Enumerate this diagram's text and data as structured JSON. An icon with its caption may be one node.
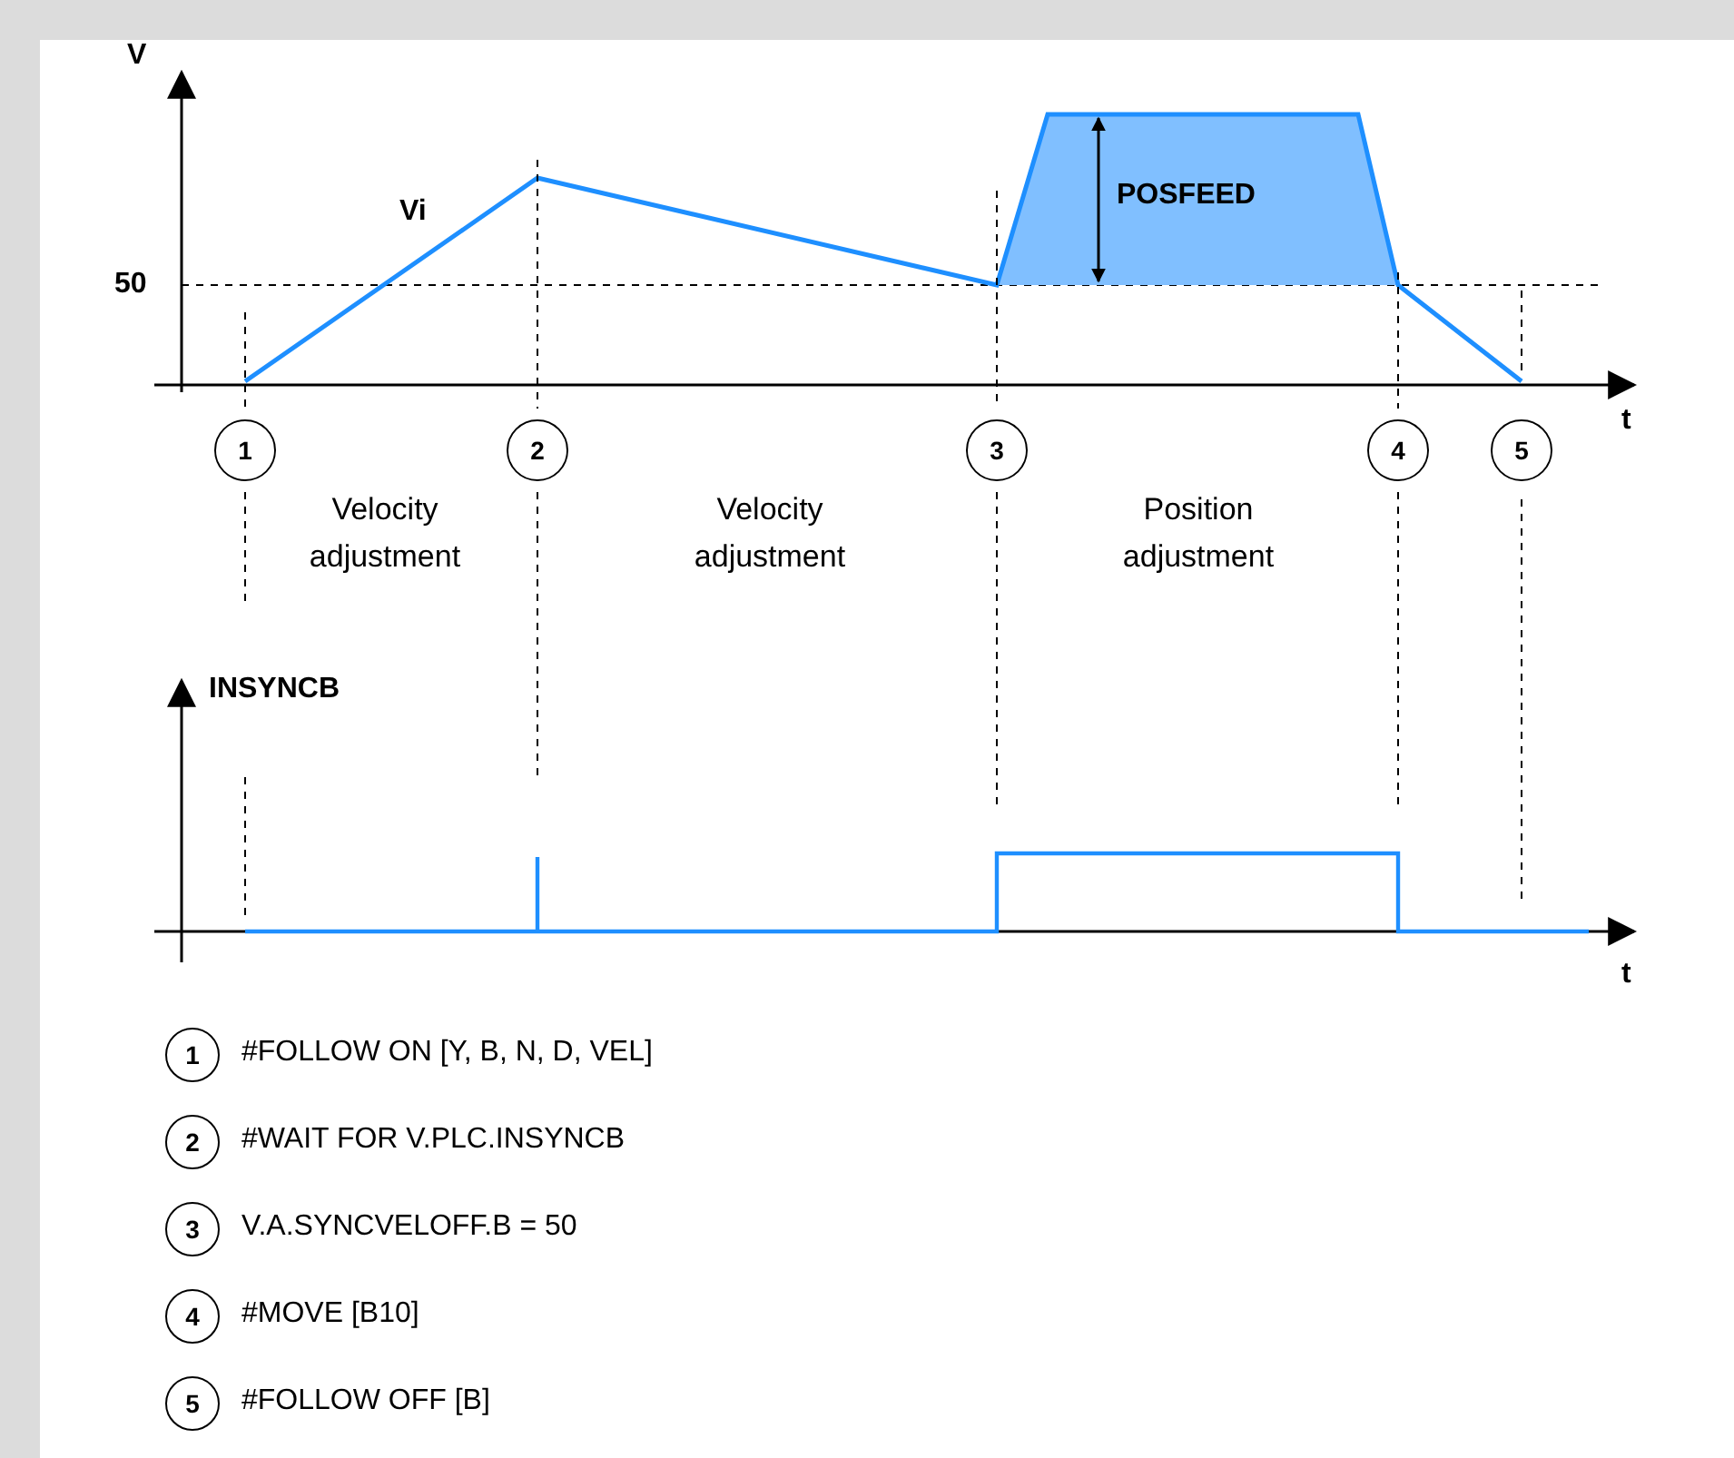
{
  "diagram": {
    "nodes": [
      {
        "text": [
          "1"
        ]
      },
      {
        "text": [
          "2"
        ]
      },
      {
        "text": [
          "3"
        ]
      },
      {
        "text": [
          "4"
        ]
      },
      {
        "text": [
          "5"
        ]
      },
      {
        "text": [
          "1"
        ],
        "beside": [
          "#FOLLOW ON [Y, B, N, D, VEL]"
        ]
      },
      {
        "text": [
          "2"
        ],
        "beside": [
          "#WAIT FOR V.PLC.INSYNCB"
        ]
      },
      {
        "text": [
          "3"
        ],
        "beside": [
          "V.A.SYNCVELOFF.B = 50"
        ]
      },
      {
        "text": [
          "4"
        ],
        "beside": [
          "#MOVE [B10]"
        ]
      },
      {
        "text": [
          "5"
        ],
        "beside": [
          "#FOLLOW OFF [B]"
        ]
      }
    ],
    "labels": [
      "V",
      "Vi",
      "POSFEED",
      "50",
      "t",
      "Velocity adjustment",
      "Velocity adjustment",
      "Position adjustment",
      "INSYNCB",
      "t"
    ]
  }
}
